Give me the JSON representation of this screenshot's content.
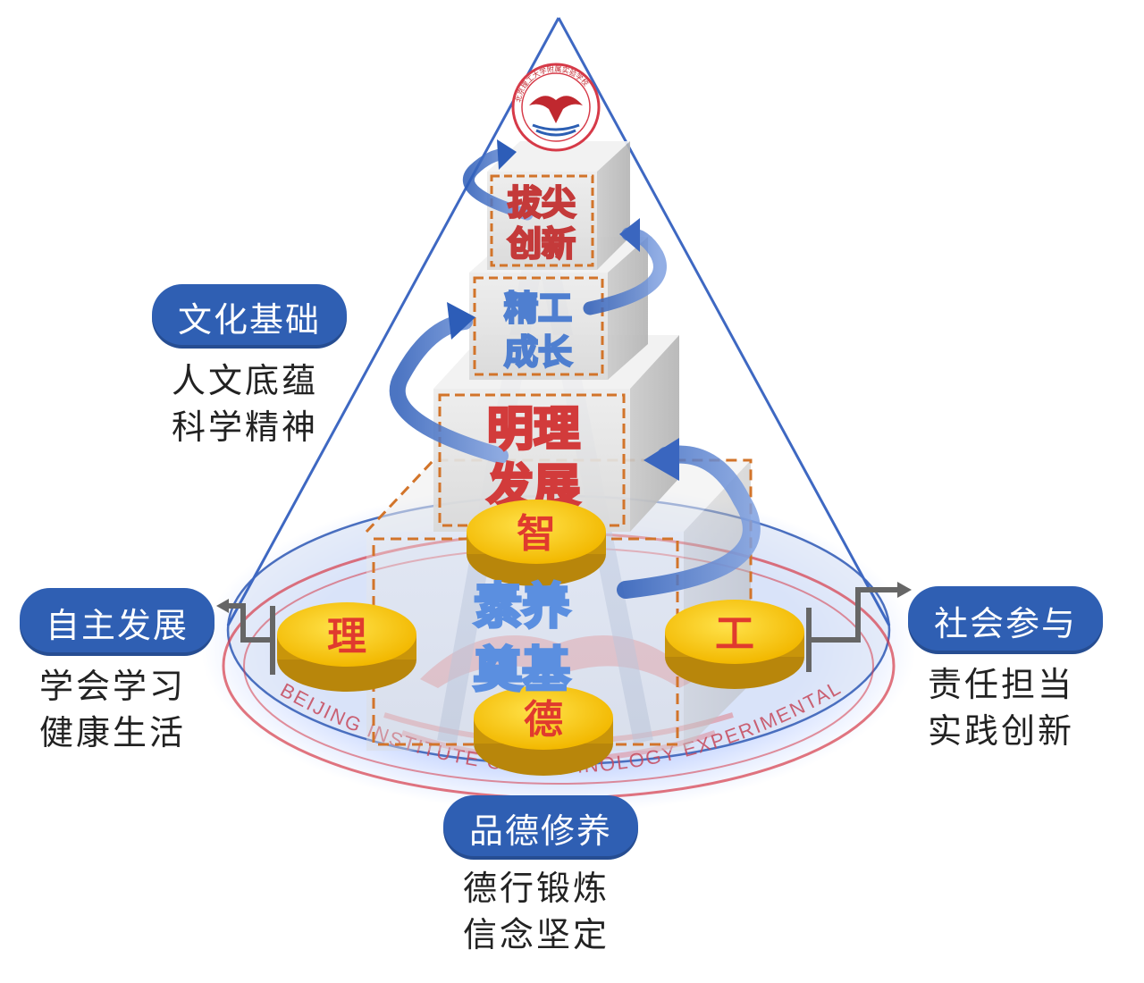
{
  "emblem": {
    "motto_ring": "北京理工大学附属实验学校",
    "ring_text": "BEIJING INSTITUTE OF TECHNOLOGY EXPERIMENTAL SCHOOL"
  },
  "tiers": [
    {
      "line1": "拔尖",
      "line2": "创新",
      "color": "#c43a3a"
    },
    {
      "line1": "精工",
      "line2": "成长",
      "color": "#4f7fd0"
    },
    {
      "line1": "明理",
      "line2": "发展",
      "color": "#d23b3b"
    },
    {
      "line1": "素养",
      "line2": "奠基",
      "color": "#5b8fe0"
    }
  ],
  "coins": {
    "top": "智",
    "left": "理",
    "right": "工",
    "bottom": "德"
  },
  "labels": {
    "culture": {
      "title": "文化基础",
      "lines": [
        "人文底蕴",
        "科学精神"
      ]
    },
    "autonomy": {
      "title": "自主发展",
      "lines": [
        "学会学习",
        "健康生活"
      ]
    },
    "social": {
      "title": "社会参与",
      "lines": [
        "责任担当",
        "实践创新"
      ]
    },
    "morality": {
      "title": "品德修养",
      "lines": [
        "德行锻炼",
        "信念坚定"
      ]
    }
  },
  "colors": {
    "cone": "#3e68c2",
    "pill": "#2f5fb3",
    "coin": "#f7c400",
    "dashed": "#d2742a",
    "emblem": "#d63a48"
  }
}
